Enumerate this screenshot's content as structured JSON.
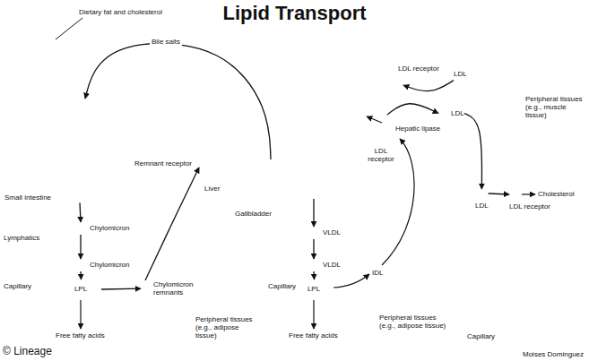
{
  "diagram": {
    "title": "Lipid Transport",
    "nodes": [
      {
        "text": [
          "Small intestine"
        ]
      },
      {
        "text": [
          "Lymphatics"
        ]
      },
      {
        "text": [
          "Chylomicron"
        ],
        "in": 1
      },
      {
        "text": [
          "Capillary"
        ]
      },
      {
        "text": [
          "Chylomicron"
        ],
        "in": 3
      },
      {
        "text": [
          "Peripheral tissues (e.g., adipose tissue)"
        ]
      },
      {
        "text": [
          "LPL"
        ]
      },
      {
        "text": [
          "Chylomicron remnants"
        ]
      },
      {
        "text": [
          "Liver"
        ]
      },
      {
        "text": [
          "Remnant receptor"
        ]
      },
      {
        "text": [
          "Gallbladder"
        ],
        "in": 8
      },
      {
        "text": [
          "Hepatic lipase"
        ]
      },
      {
        "text": [
          "LDL receptor"
        ]
      },
      {
        "text": [
          "LDL"
        ]
      },
      {
        "text": [
          "LDL receptor"
        ]
      },
      {
        "text": [
          "LDL"
        ]
      },
      {
        "text": [
          "VLDL"
        ]
      },
      {
        "text": [
          "Capillary"
        ]
      },
      {
        "text": [
          "VLDL"
        ],
        "in": 17
      },
      {
        "text": [
          "Peripheral tissues (e.g., adipose tissue)"
        ]
      },
      {
        "text": [
          "LPL"
        ]
      },
      {
        "text": [
          "Capillary"
        ]
      },
      {
        "text": [
          "LDL"
        ],
        "in": 21
      },
      {
        "text": [
          "Peripheral tissues (e.g., muscle tissue)"
        ]
      },
      {
        "text": [
          "LDL receptor"
        ]
      }
    ],
    "edges": [
      {
        "from": 0,
        "to": 2,
        "arrow": "to"
      },
      {
        "from": 2,
        "to": 4,
        "arrow": "to"
      },
      {
        "from": 4,
        "to": 6,
        "arrow": "to"
      },
      {
        "from": 6,
        "to": 7,
        "arrow": "to"
      },
      {
        "from": 7,
        "to": 9,
        "arrow": "to"
      },
      {
        "from": 10,
        "to": 0,
        "label": "Bile salts",
        "arrow": "to"
      },
      {
        "from": 8,
        "to": 16,
        "arrow": "to"
      },
      {
        "from": 16,
        "to": 18,
        "arrow": "to"
      },
      {
        "from": 18,
        "to": 20,
        "arrow": "to"
      },
      {
        "from": 11,
        "to": 15,
        "arrow": "to"
      },
      {
        "from": 13,
        "to": 12,
        "arrow": "to"
      },
      {
        "from": 15,
        "to": 22,
        "arrow": "to"
      },
      {
        "from": 22,
        "to": 24,
        "arrow": "to"
      }
    ],
    "labels": [
      "Dietary fat and cholesterol",
      "Free fatty acids",
      "Free fatty acids",
      "IDL",
      "Cholesterol",
      "© Lineage",
      "Moises Dominguez"
    ]
  }
}
